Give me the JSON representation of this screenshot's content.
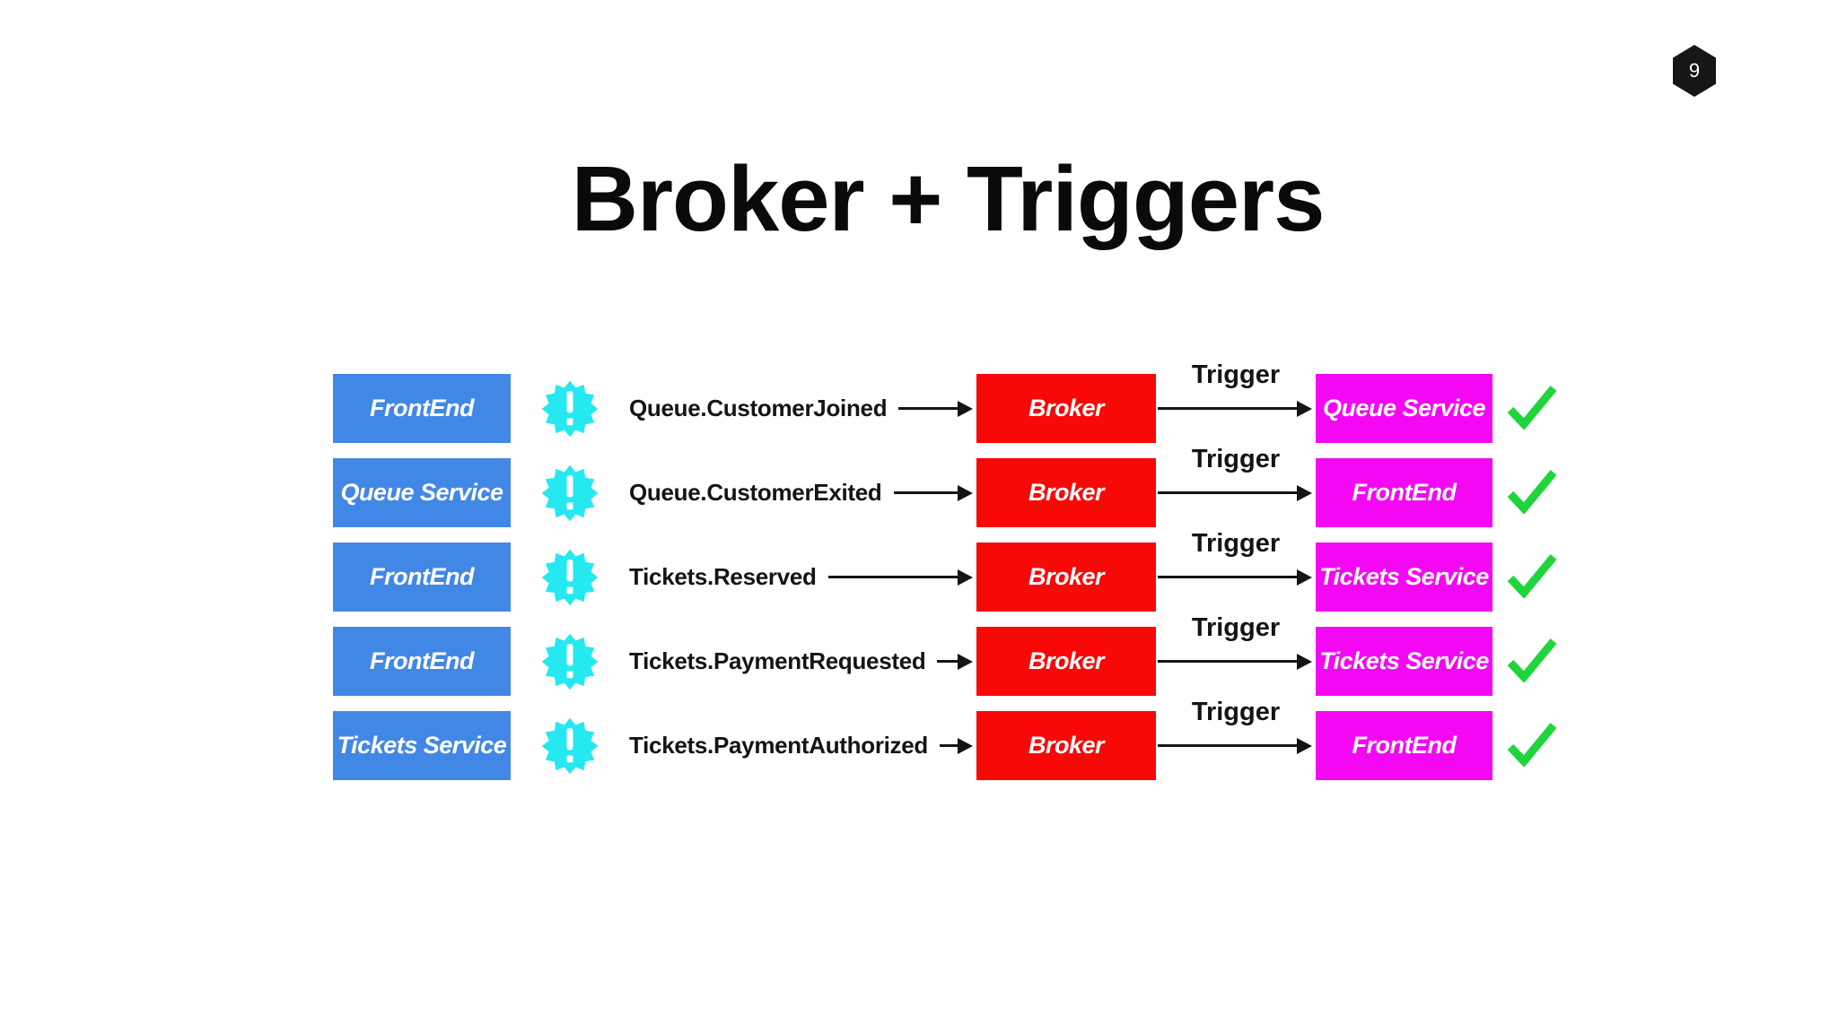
{
  "page_number": "9",
  "title": "Broker + Triggers",
  "colors": {
    "source_box": "#4187E6",
    "broker_box": "#F90808",
    "destination_box": "#F408F4",
    "badge": "#26E8F0",
    "checkmark": "#1FD53C",
    "text": "#141414",
    "hexagon": "#161616",
    "background": "#FFFFFF"
  },
  "diagram": {
    "rows": [
      {
        "source": "FrontEnd",
        "event": "Queue.CustomerJoined",
        "broker": "Broker",
        "trigger": "Trigger",
        "destination": "Queue Service",
        "status": "check"
      },
      {
        "source": "Queue Service",
        "event": "Queue.CustomerExited",
        "broker": "Broker",
        "trigger": "Trigger",
        "destination": "FrontEnd",
        "status": "check"
      },
      {
        "source": "FrontEnd",
        "event": "Tickets.Reserved",
        "broker": "Broker",
        "trigger": "Trigger",
        "destination": "Tickets Service",
        "status": "check"
      },
      {
        "source": "FrontEnd",
        "event": "Tickets.PaymentRequested",
        "broker": "Broker",
        "trigger": "Trigger",
        "destination": "Tickets Service",
        "status": "check"
      },
      {
        "source": "Tickets Service",
        "event": "Tickets.PaymentAuthorized",
        "broker": "Broker",
        "trigger": "Trigger",
        "destination": "FrontEnd",
        "status": "check"
      }
    ]
  }
}
